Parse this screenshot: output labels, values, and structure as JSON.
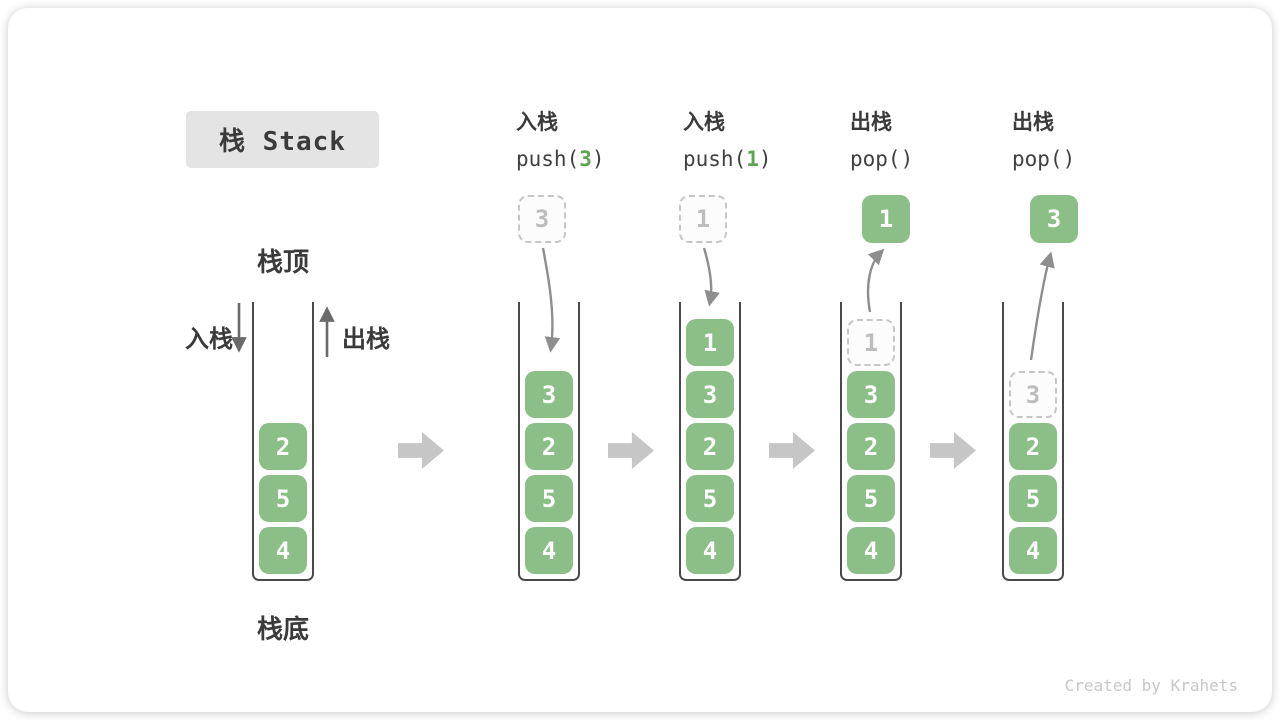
{
  "title": "栈 Stack",
  "watermark": "Created by Krahets",
  "side_labels": {
    "top": "栈顶",
    "bottom": "栈底",
    "push": "入栈",
    "pop": "出栈"
  },
  "operations": [
    {
      "label": "入栈",
      "code_pre": "push(",
      "code_arg": "3",
      "code_post": ")"
    },
    {
      "label": "入栈",
      "code_pre": "push(",
      "code_arg": "1",
      "code_post": ")"
    },
    {
      "label": "出栈",
      "code_pre": "pop(",
      "code_arg": "",
      "code_post": ")"
    },
    {
      "label": "出栈",
      "code_pre": "pop(",
      "code_arg": "",
      "code_post": ")"
    }
  ],
  "stacks": [
    {
      "items": [
        "2",
        "5",
        "4"
      ]
    },
    {
      "floating": "3",
      "items": [
        "3",
        "2",
        "5",
        "4"
      ]
    },
    {
      "floating": "1",
      "items": [
        "1",
        "3",
        "2",
        "5",
        "4"
      ]
    },
    {
      "floating": "1",
      "ghost": "1",
      "items": [
        "3",
        "2",
        "5",
        "4"
      ]
    },
    {
      "floating": "3",
      "ghost": "3",
      "items": [
        "2",
        "5",
        "4"
      ]
    }
  ],
  "colors": {
    "item_green": "#8CBF87",
    "code_green": "#5FA355",
    "curve_arrow_gray": "#8E8E8E",
    "side_arrow_gray": "#6A6A6A",
    "block_arrow_gray": "#C6C6C6",
    "title_bg": "#E4E4E4",
    "text_dark": "#3A3A3A",
    "ghost_border": "#C6C6C6"
  }
}
